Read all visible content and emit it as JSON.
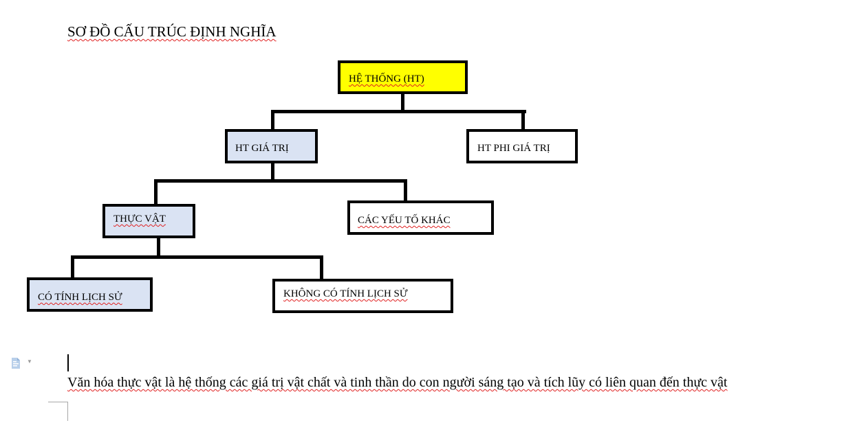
{
  "document": {
    "title": "SƠ ĐỒ CẤU TRÚC ĐỊNH NGHĨA",
    "title_words": [
      "SƠ",
      "ĐỒ",
      "CẤU",
      "TRÚC",
      "ĐỊNH",
      "NGHĨA"
    ],
    "body_paragraph": "Văn hóa thực vật là hệ thống các giá trị vật chất và tinh thần do con người sáng tạo và tích lũy có liên quan đến thực vật"
  },
  "diagram": {
    "nodes": {
      "root": {
        "label": "HỆ THỐNG (HT)",
        "fill": "#ffff00"
      },
      "value_system": {
        "label": "HT GIÁ TRỊ",
        "fill": "#dae3f3"
      },
      "non_value_system": {
        "label": "HT PHI GIÁ TRỊ",
        "fill": "#ffffff"
      },
      "plants": {
        "label": "THỰC VẬT",
        "fill": "#dae3f3"
      },
      "other_factors": {
        "label": "CÁC YẾU TỐ KHÁC",
        "fill": "#ffffff"
      },
      "historical": {
        "label": "CÓ TÍNH LỊCH SỬ",
        "fill": "#dae3f3"
      },
      "non_historical": {
        "label": "KHÔNG CÓ TÍNH LỊCH SỬ",
        "fill": "#ffffff"
      }
    },
    "edges": [
      [
        "root",
        "value_system"
      ],
      [
        "root",
        "non_value_system"
      ],
      [
        "value_system",
        "plants"
      ],
      [
        "value_system",
        "other_factors"
      ],
      [
        "plants",
        "historical"
      ],
      [
        "plants",
        "non_historical"
      ]
    ]
  },
  "ui": {
    "paste_options_icon": "paste-options-icon",
    "spellcheck_underline_color": "#e02020"
  }
}
